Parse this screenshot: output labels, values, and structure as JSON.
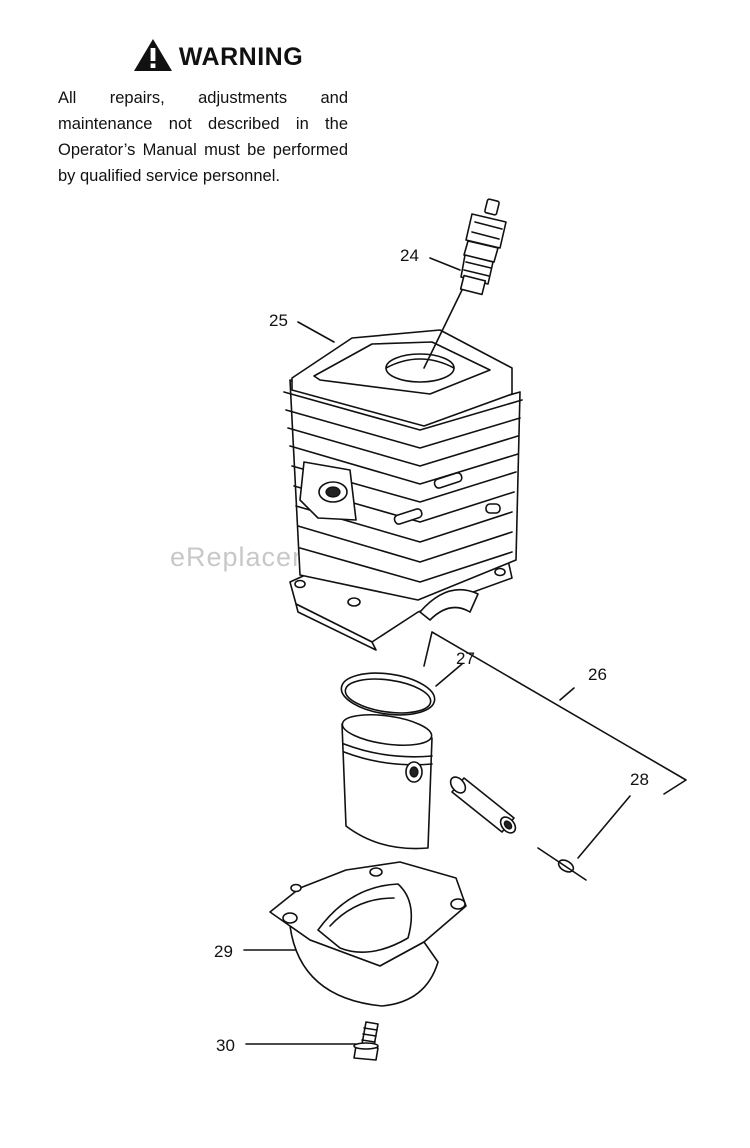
{
  "warning": {
    "title": "WARNING",
    "body": "All repairs, adjustments and maintenance not described in the Operator’s Manual must be performed by qualified service personnel."
  },
  "watermark": "eReplacementParts.com",
  "callouts": {
    "c24": "24",
    "c25": "25",
    "c26": "26",
    "c27": "27",
    "c28": "28",
    "c29": "29",
    "c30": "30"
  },
  "icons": {
    "warning": "warning-triangle-icon"
  }
}
